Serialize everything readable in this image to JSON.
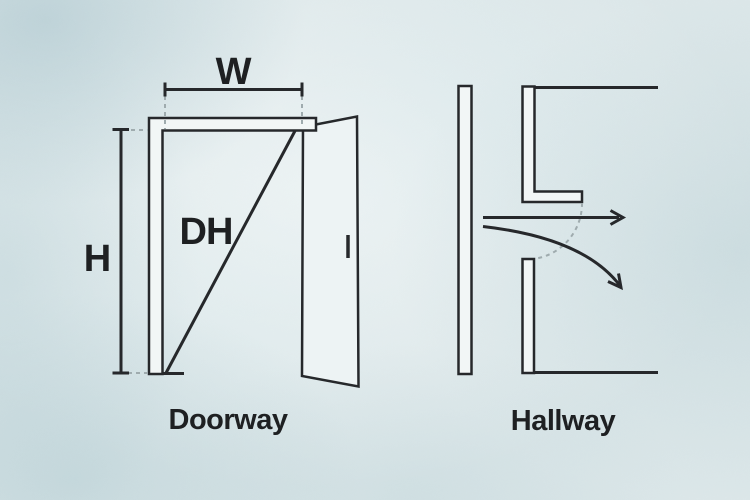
{
  "doorway": {
    "title": "Doorway",
    "labels": {
      "width": "W",
      "height": "H",
      "diagonal": "DH"
    }
  },
  "hallway": {
    "title": "Hallway"
  },
  "icons": {
    "straight_arrow": "right-arrow",
    "curved_arrow": "curved-down-right-arrow",
    "swing_arc": "door-swing-dashed-arc"
  },
  "colors": {
    "background": "#dce7e9",
    "line": "#26282b",
    "wall_fill": "#f2f6f6",
    "door_fill": "#edf3f4",
    "dash": "#9fabae",
    "text": "#1e2022"
  }
}
